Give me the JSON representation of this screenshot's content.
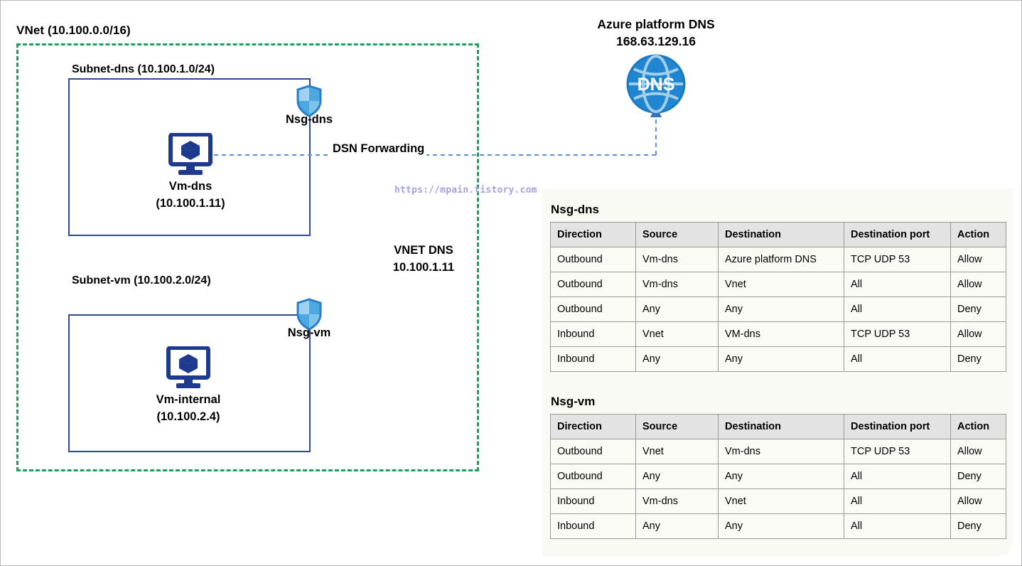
{
  "vnet": {
    "label": "VNet (10.100.0.0/16)",
    "border_color": "#16a45c"
  },
  "subnets": [
    {
      "label": "Subnet-dns (10.100.1.0/24)",
      "nsg": {
        "name": "Nsg-dns",
        "icon": "shield-icon"
      },
      "vm": {
        "name": "Vm-dns",
        "ip": "(10.100.1.11)",
        "icon": "vm-monitor-icon"
      }
    },
    {
      "label": "Subnet-vm (10.100.2.0/24)",
      "nsg": {
        "name": "Nsg-vm",
        "icon": "shield-icon"
      },
      "vm": {
        "name": "Vm-internal",
        "ip": "(10.100.2.4)",
        "icon": "vm-monitor-icon"
      }
    }
  ],
  "azure_dns": {
    "title": "Azure platform DNS",
    "ip": "168.63.129.16",
    "icon": "dns-globe-icon",
    "icon_text": "DNS"
  },
  "connector": {
    "label": "DSN Forwarding",
    "color": "#5b8fd6"
  },
  "vnet_dns": {
    "line1": "VNET DNS",
    "line2": "10.100.1.11"
  },
  "watermark": {
    "text": "https://mpain.tistory.com",
    "color": "#a6a2e0"
  },
  "tables": [
    {
      "title": "Nsg-dns",
      "headers": [
        "Direction",
        "Source",
        "Destination",
        "Destination port",
        "Action"
      ],
      "rows": [
        [
          "Outbound",
          "Vm-dns",
          "Azure platform DNS",
          "TCP UDP 53",
          "Allow"
        ],
        [
          "Outbound",
          "Vm-dns",
          "Vnet",
          "All",
          "Allow"
        ],
        [
          "Outbound",
          "Any",
          "Any",
          "All",
          "Deny"
        ],
        [
          "Inbound",
          "Vnet",
          "VM-dns",
          "TCP UDP 53",
          "Allow"
        ],
        [
          "Inbound",
          "Any",
          "Any",
          "All",
          "Deny"
        ]
      ]
    },
    {
      "title": "Nsg-vm",
      "headers": [
        "Direction",
        "Source",
        "Destination",
        "Destination port",
        "Action"
      ],
      "rows": [
        [
          "Outbound",
          "Vnet",
          "Vm-dns",
          "TCP UDP 53",
          "Allow"
        ],
        [
          "Outbound",
          "Any",
          "Any",
          "All",
          "Deny"
        ],
        [
          "Inbound",
          "Vm-dns",
          "Vnet",
          "All",
          "Allow"
        ],
        [
          "Inbound",
          "Any",
          "Any",
          "All",
          "Deny"
        ]
      ]
    }
  ],
  "colors": {
    "vnet_green": "#16a45c",
    "subnet_blue": "#2e4b8f",
    "vm_icon_blue": "#1e3a8f",
    "shield_blue": "#3d92d9",
    "dns_blue": "#2186d1",
    "panel_bg": "#f9faf3"
  }
}
